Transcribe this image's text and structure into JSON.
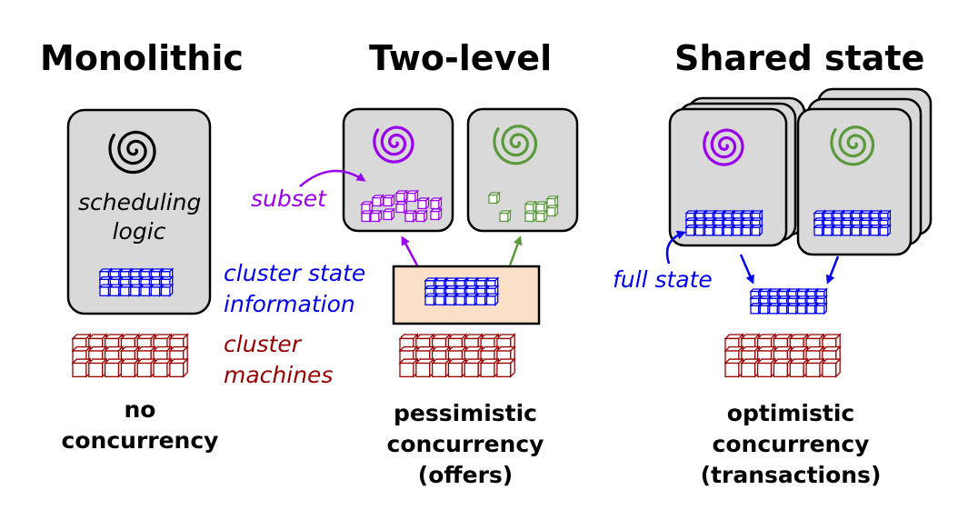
{
  "columns": {
    "monolithic": {
      "title": "Monolithic",
      "scheduler_text_line1": "scheduling",
      "scheduler_text_line2": "logic",
      "caption_line1": "no",
      "caption_line2": "concurrency"
    },
    "two_level": {
      "title": "Two-level",
      "subset_label": "subset",
      "caption_line1": "pessimistic",
      "caption_line2": "concurrency",
      "caption_line3": "(offers)"
    },
    "shared_state": {
      "title": "Shared state",
      "full_state_label": "full state",
      "caption_line1": "optimistic",
      "caption_line2": "concurrency",
      "caption_line3": "(transactions)"
    }
  },
  "labels": {
    "cluster_state_line1": "cluster state",
    "cluster_state_line2": "information",
    "cluster_machines_line1": "cluster",
    "cluster_machines_line2": "machines"
  },
  "colors": {
    "scheduler_box_fill": "#d9d9d9",
    "state_box_fill": "#fbe0c8",
    "cluster_state": "#0000ee",
    "machines": "#990000",
    "purple": "#9900ee",
    "green": "#5a9a3c",
    "black": "#000000"
  },
  "icons": [
    "spiral-icon",
    "cube-grid-icon",
    "arrow-icon"
  ]
}
